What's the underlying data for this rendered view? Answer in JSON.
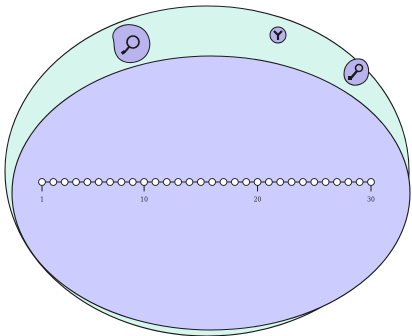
{
  "diagram": {
    "outer_region": {
      "fill": "#d6f5ec",
      "stroke": "#1a1a1a"
    },
    "inner_region": {
      "fill": "#ccccff",
      "stroke": "#1a1a1a"
    },
    "chain": {
      "node_count": 30,
      "node_fill": "#ffffff",
      "node_stroke": "#1a1a1a",
      "tick_labels": [
        "1",
        "10",
        "20",
        "30"
      ],
      "tick_positions": [
        1,
        10,
        20,
        30
      ]
    },
    "glyphs": [
      {
        "name": "magnifier-glyph-icon",
        "fill": "#b9b3ee"
      },
      {
        "name": "three-way-junction-glyph-icon",
        "fill": "#b9b3ee"
      },
      {
        "name": "key-glyph-icon",
        "fill": "#b9b3ee"
      }
    ]
  }
}
